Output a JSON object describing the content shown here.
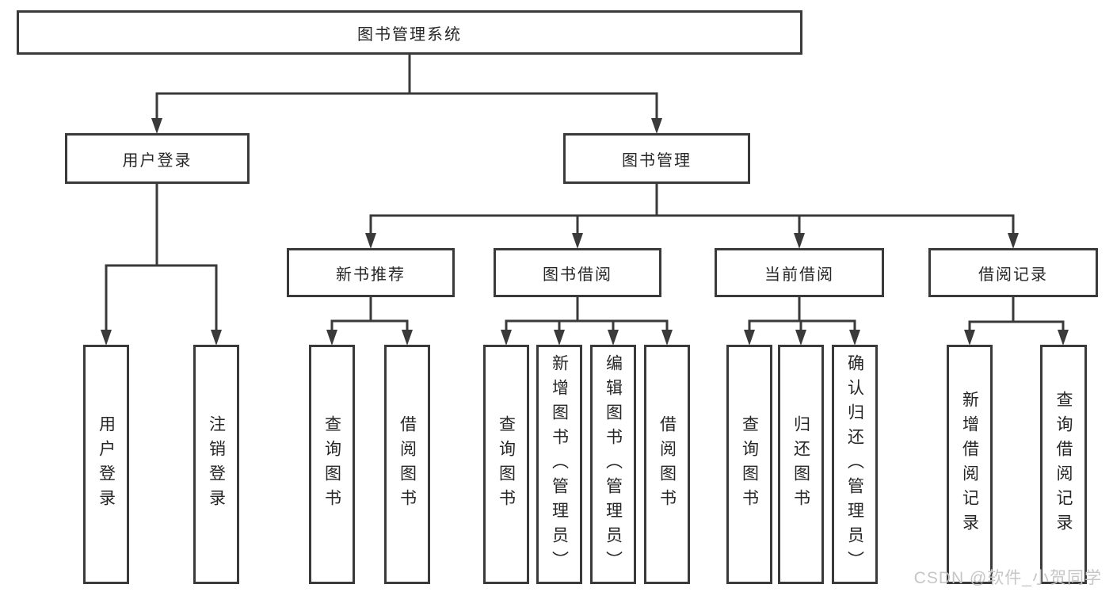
{
  "diagram": {
    "type": "hierarchy-tree",
    "title": "图书管理系统",
    "watermark": "CSDN @软件_小贺同学",
    "colors": {
      "line": "#3a3a3a",
      "box_border": "#3a3a3a",
      "text": "#262626",
      "watermark": "#c6c6c6",
      "background": "#ffffff"
    },
    "nodes": {
      "root": {
        "label": "图书管理系统"
      },
      "user-login": {
        "label": "用户登录"
      },
      "book-mgmt": {
        "label": "图书管理"
      },
      "new-book-rec": {
        "label": "新书推荐"
      },
      "book-borrow": {
        "label": "图书借阅"
      },
      "current-borrow": {
        "label": "当前借阅"
      },
      "borrow-record": {
        "label": "借阅记录"
      },
      "leaf-user-login": {
        "label": "用户登录"
      },
      "leaf-logout": {
        "label": "注销登录"
      },
      "leaf-query-book-rec": {
        "label": "查询图书"
      },
      "leaf-borrow-book-rec": {
        "label": "借阅图书"
      },
      "leaf-query-book-borrow": {
        "label": "查询图书"
      },
      "leaf-add-book": {
        "label": "新增图书（管理员）"
      },
      "leaf-edit-book": {
        "label": "编辑图书（管理员）"
      },
      "leaf-borrow-book-borrow": {
        "label": "借阅图书"
      },
      "leaf-query-book-current": {
        "label": "查询图书"
      },
      "leaf-return-book": {
        "label": "归还图书"
      },
      "leaf-confirm-return": {
        "label": "确认归还（管理员）"
      },
      "leaf-add-borrow-record": {
        "label": "新增借阅记录"
      },
      "leaf-query-borrow-record": {
        "label": "查询借阅记录"
      }
    },
    "edges": [
      [
        "root",
        "user-login"
      ],
      [
        "root",
        "book-mgmt"
      ],
      [
        "user-login",
        "leaf-user-login"
      ],
      [
        "user-login",
        "leaf-logout"
      ],
      [
        "book-mgmt",
        "new-book-rec"
      ],
      [
        "book-mgmt",
        "book-borrow"
      ],
      [
        "book-mgmt",
        "current-borrow"
      ],
      [
        "book-mgmt",
        "borrow-record"
      ],
      [
        "new-book-rec",
        "leaf-query-book-rec"
      ],
      [
        "new-book-rec",
        "leaf-borrow-book-rec"
      ],
      [
        "book-borrow",
        "leaf-query-book-borrow"
      ],
      [
        "book-borrow",
        "leaf-add-book"
      ],
      [
        "book-borrow",
        "leaf-edit-book"
      ],
      [
        "book-borrow",
        "leaf-borrow-book-borrow"
      ],
      [
        "current-borrow",
        "leaf-query-book-current"
      ],
      [
        "current-borrow",
        "leaf-return-book"
      ],
      [
        "current-borrow",
        "leaf-confirm-return"
      ],
      [
        "borrow-record",
        "leaf-add-borrow-record"
      ],
      [
        "borrow-record",
        "leaf-query-borrow-record"
      ]
    ]
  }
}
